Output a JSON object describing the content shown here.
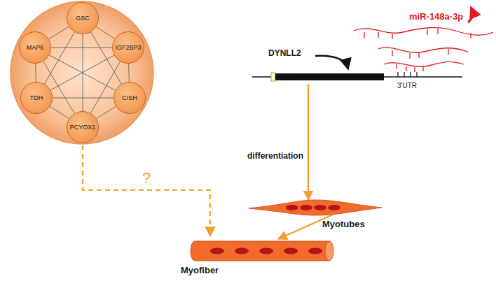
{
  "diagram": {
    "nodes": [
      {
        "text": [
          "GSC"
        ]
      },
      {
        "text": [
          "IGF2BP3"
        ]
      },
      {
        "text": [
          "CISH"
        ]
      },
      {
        "text": [
          "PCYOX1"
        ]
      },
      {
        "text": [
          "TDH"
        ]
      },
      {
        "text": [
          "MAP6"
        ]
      },
      {
        "text": [
          "DYNLL2",
          "3'UTR"
        ]
      },
      {
        "text": [
          "Myotubes"
        ]
      },
      {
        "text": [
          "Myofiber"
        ]
      }
    ],
    "edges": [
      {
        "from": 0,
        "to": 1,
        "arrow": "none"
      },
      {
        "from": 0,
        "to": 2,
        "arrow": "none"
      },
      {
        "from": 0,
        "to": 3,
        "arrow": "none"
      },
      {
        "from": 0,
        "to": 4,
        "arrow": "none"
      },
      {
        "from": 0,
        "to": 5,
        "arrow": "none"
      },
      {
        "from": 1,
        "to": 2,
        "arrow": "none"
      },
      {
        "from": 1,
        "to": 3,
        "arrow": "none"
      },
      {
        "from": 1,
        "to": 4,
        "arrow": "none"
      },
      {
        "from": 1,
        "to": 5,
        "arrow": "none"
      },
      {
        "from": 2,
        "to": 3,
        "arrow": "none"
      },
      {
        "from": 2,
        "to": 4,
        "arrow": "none"
      },
      {
        "from": 2,
        "to": 5,
        "arrow": "none"
      },
      {
        "from": 3,
        "to": 4,
        "arrow": "none"
      },
      {
        "from": 3,
        "to": 5,
        "arrow": "none"
      },
      {
        "from": 4,
        "to": 5,
        "arrow": "none"
      },
      {
        "from": 6,
        "to": 7,
        "label": "differentiation",
        "arrow": "to"
      },
      {
        "from": 7,
        "to": 8,
        "arrow": "to"
      }
    ],
    "labels": [
      "miR-148a-3p",
      "?"
    ]
  }
}
